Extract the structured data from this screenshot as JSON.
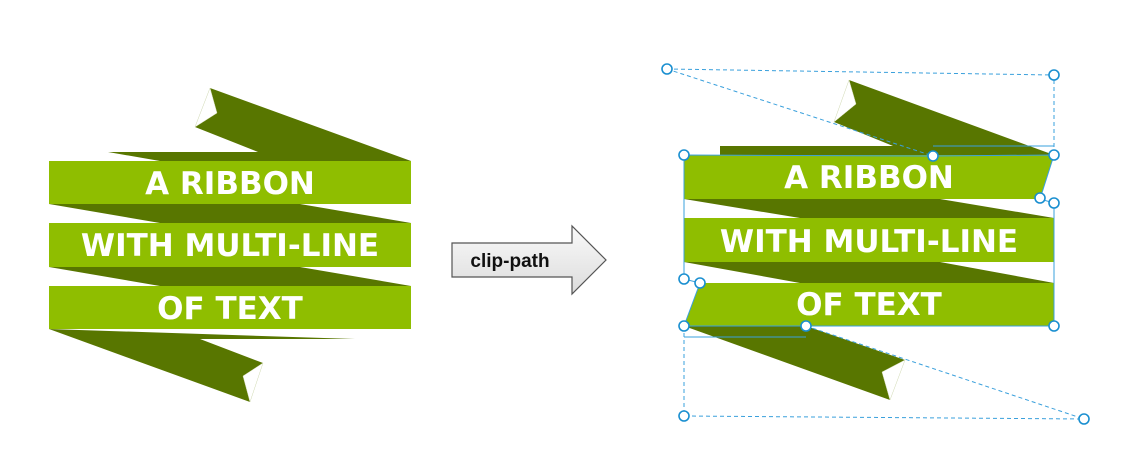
{
  "ribbon": {
    "lines": [
      "A RIBBON",
      "WITH MULTI-LINE",
      "OF TEXT"
    ]
  },
  "arrow": {
    "label": "clip-path"
  },
  "colors": {
    "ribbon_light": "#8fbe00",
    "ribbon_dark": "#587600",
    "handle": "#1a8fd0",
    "arrow_fill": "#eeeeee"
  }
}
